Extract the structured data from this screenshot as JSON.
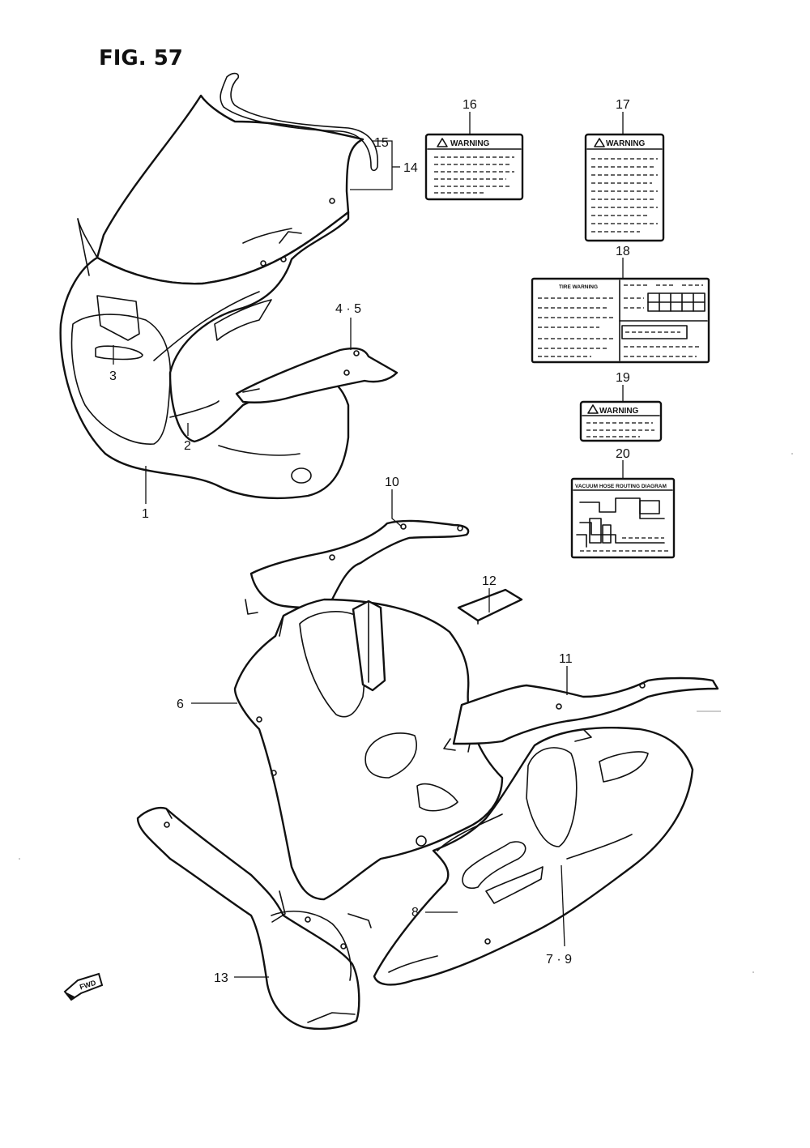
{
  "figure": {
    "title": "FIG. 57"
  },
  "callouts": {
    "c1": "1",
    "c2": "2",
    "c3": "3",
    "c45": "4 · 5",
    "c6": "6",
    "c79": "7 · 9",
    "c8": "8",
    "c10": "10",
    "c11": "11",
    "c12": "12",
    "c13": "13",
    "c14": "14",
    "c15": "15",
    "c16": "16",
    "c17": "17",
    "c18": "18",
    "c19": "19",
    "c20": "20"
  },
  "labels": {
    "warning_16": "WARNING",
    "warning_17": "WARNING",
    "warning_19": "WARNING",
    "tire_warning": "TIRE WARNING",
    "vacuum_title": "VACUUM HOSE ROUTING DIAGRAM"
  },
  "fwd_arrow": "FWD"
}
